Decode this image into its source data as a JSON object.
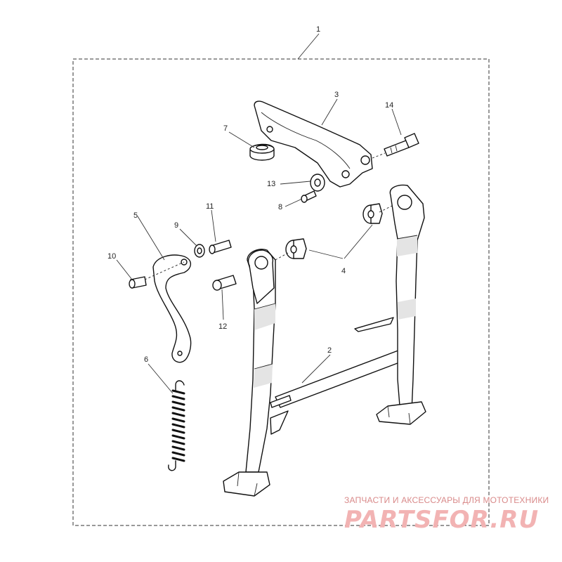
{
  "callouts": {
    "c1": "1",
    "c2": "2",
    "c3": "3",
    "c4": "4",
    "c5": "5",
    "c6": "6",
    "c7": "7",
    "c8": "8",
    "c9": "9",
    "c10": "10",
    "c11": "11",
    "c12": "12",
    "c13": "13",
    "c14": "14"
  },
  "watermark": {
    "caption": "ЗАПЧАСТИ И АКСЕССУАРЫ ДЛЯ МОТОТЕХНИКИ",
    "logo": "PARTSFOR.RU"
  },
  "colors": {
    "line": "#111111",
    "watermark": "#f2b3b3"
  }
}
